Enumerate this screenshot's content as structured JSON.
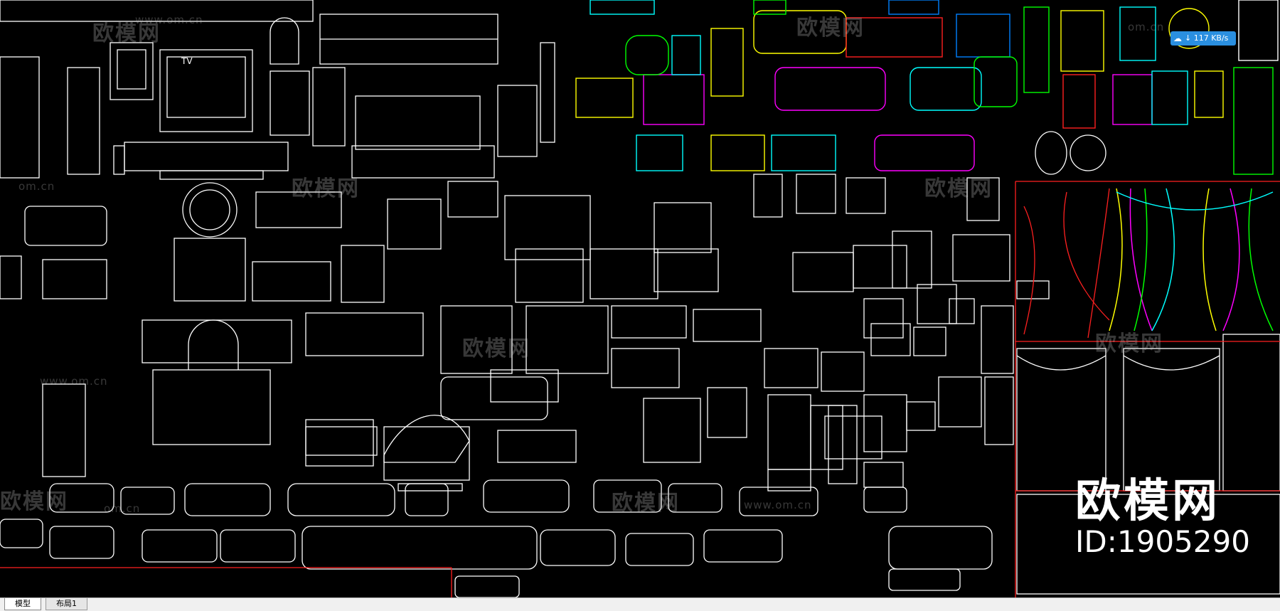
{
  "watermarks": {
    "brand": "欧模网",
    "domain": "www.om.cn",
    "domain_short": "om.cn"
  },
  "branding": {
    "title": "欧模网",
    "id": "ID:1905290"
  },
  "speed_badge": {
    "text": "↓ 117 KB/s",
    "icon": "cloud-icon",
    "color": "#2a8fe0"
  },
  "tabs": [
    {
      "label": "模型",
      "active": true
    },
    {
      "label": "布局1",
      "active": false
    }
  ],
  "drawing": {
    "tv_label": "TV",
    "background": "#000000",
    "line_color": "#ffffff",
    "accent_colors": [
      "#ffff00",
      "#00ffff",
      "#ff00ff",
      "#00ff00",
      "#ff0000",
      "#0000ff"
    ]
  }
}
